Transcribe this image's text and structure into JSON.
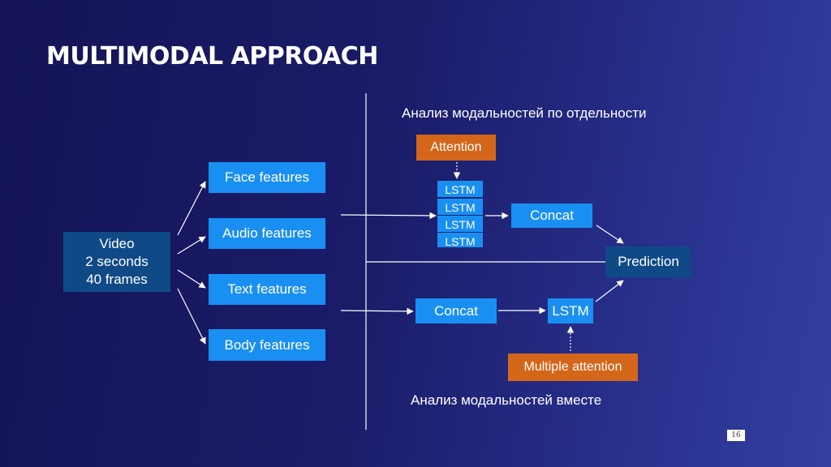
{
  "slide": {
    "title": "MULTIMODAL APPROACH",
    "page_number": "16"
  },
  "input": {
    "video_lines": [
      "Video",
      "2 seconds",
      "40 frames"
    ]
  },
  "features": [
    {
      "label": "Face features"
    },
    {
      "label": "Audio features"
    },
    {
      "label": "Text features"
    },
    {
      "label": "Body features"
    }
  ],
  "separate": {
    "caption": "Анализ модальностей по отдельности",
    "attention_label": "Attention",
    "lstm_labels": [
      "LSTM",
      "LSTM",
      "LSTM",
      "LSTM"
    ],
    "concat_label": "Concat"
  },
  "joint": {
    "caption": "Анализ модальностей вместе",
    "concat_label": "Concat",
    "lstm_label": "LSTM",
    "attention_label": "Multiple attention"
  },
  "output": {
    "prediction_label": "Prediction"
  },
  "colors": {
    "box_blue": "#1a8ff2",
    "box_navy": "#0f4a86",
    "box_orange": "#d4661a",
    "background_start": "#141456",
    "background_end": "#3340a0"
  }
}
